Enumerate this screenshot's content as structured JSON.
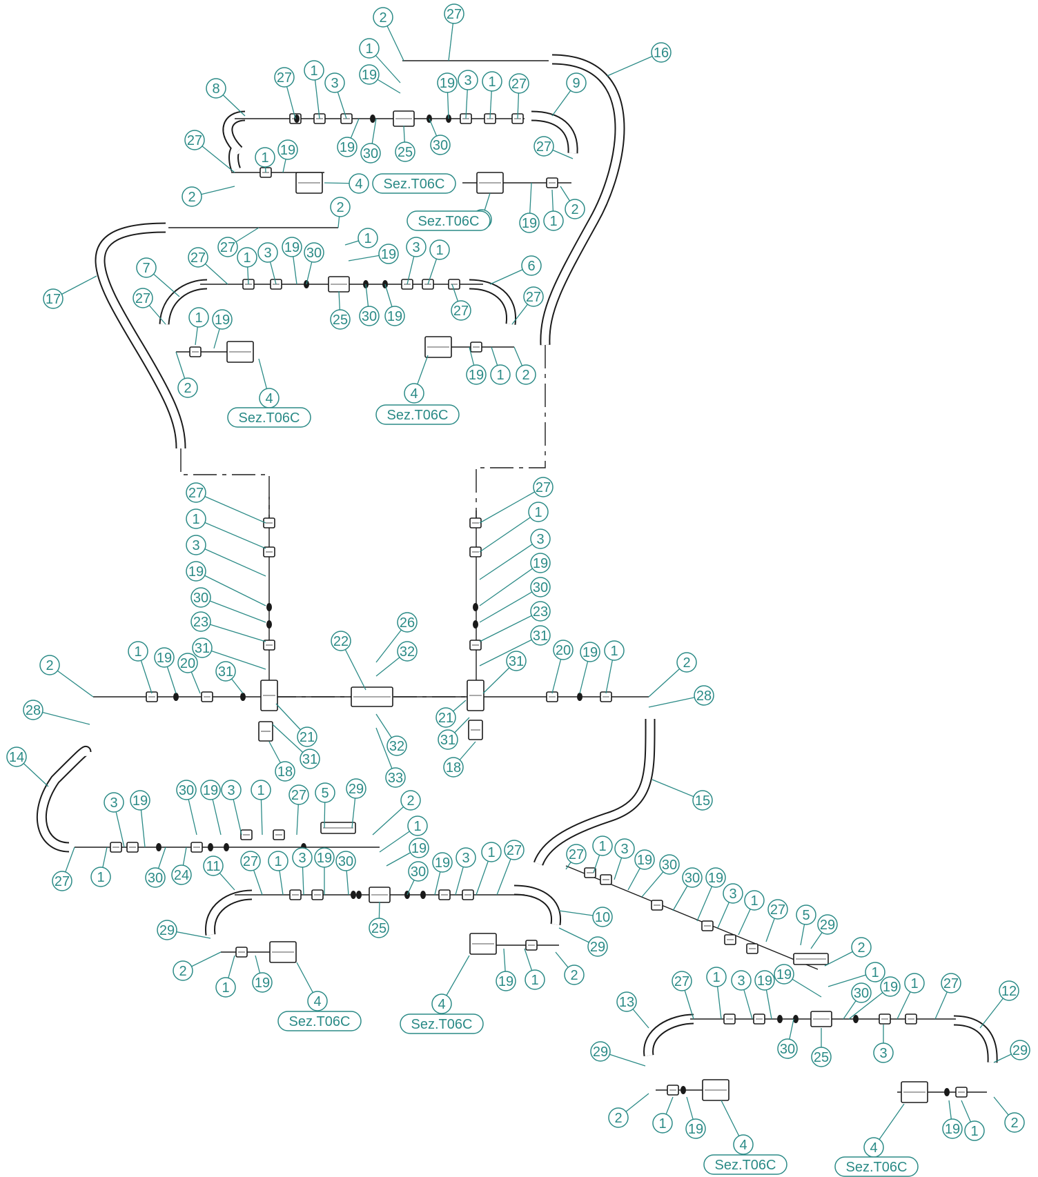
{
  "diagram": {
    "accent_color": "#2a8a86",
    "line_color": "#1a1a1a",
    "section_reference": "Sez.T06C",
    "callout_numbers": [
      "1",
      "2",
      "3",
      "4",
      "5",
      "6",
      "7",
      "8",
      "9",
      "10",
      "11",
      "12",
      "13",
      "14",
      "15",
      "16",
      "17",
      "18",
      "19",
      "20",
      "21",
      "22",
      "23",
      "24",
      "25",
      "26",
      "27",
      "28",
      "29",
      "30",
      "31",
      "32",
      "33"
    ]
  }
}
